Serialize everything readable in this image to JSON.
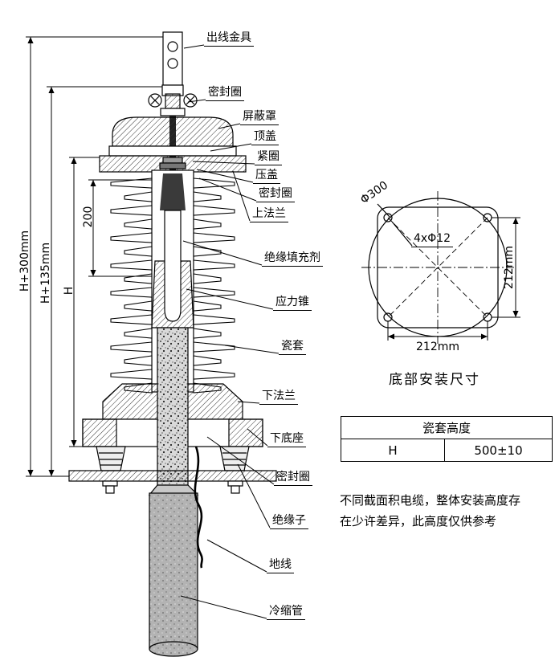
{
  "labels": {
    "outlet_fitting": "出线金具",
    "seal_ring_top": "密封圈",
    "shield_cover": "屏蔽罩",
    "top_cover": "顶盖",
    "tight_ring": "紧圈",
    "press_cover": "压盖",
    "seal_ring_2": "密封圈",
    "upper_flange": "上法兰",
    "insulation_filler": "绝缘填充剂",
    "stress_cone": "应力锥",
    "porcelain_sleeve": "瓷套",
    "lower_flange": "下法兰",
    "lower_base": "下底座",
    "seal_ring_3": "密封圈",
    "insulator": "绝缘子",
    "ground_wire": "地线",
    "cold_shrink_tube": "冷缩管"
  },
  "dimensions": {
    "overall": "H+300mm",
    "upper": "H+135mm",
    "h": "H",
    "inner": "200"
  },
  "mounting": {
    "diameter": "Φ300",
    "holes": "4xΦ12",
    "side_height": "212mm",
    "side_width": "212mm",
    "caption": "底部安装尺寸"
  },
  "table": {
    "header": "瓷套高度",
    "row_label": "H",
    "row_value": "500±10"
  },
  "note": {
    "line1": "不同截面积电缆，整体安装高度存",
    "line2": "在少许差异，此高度仅供参考"
  }
}
